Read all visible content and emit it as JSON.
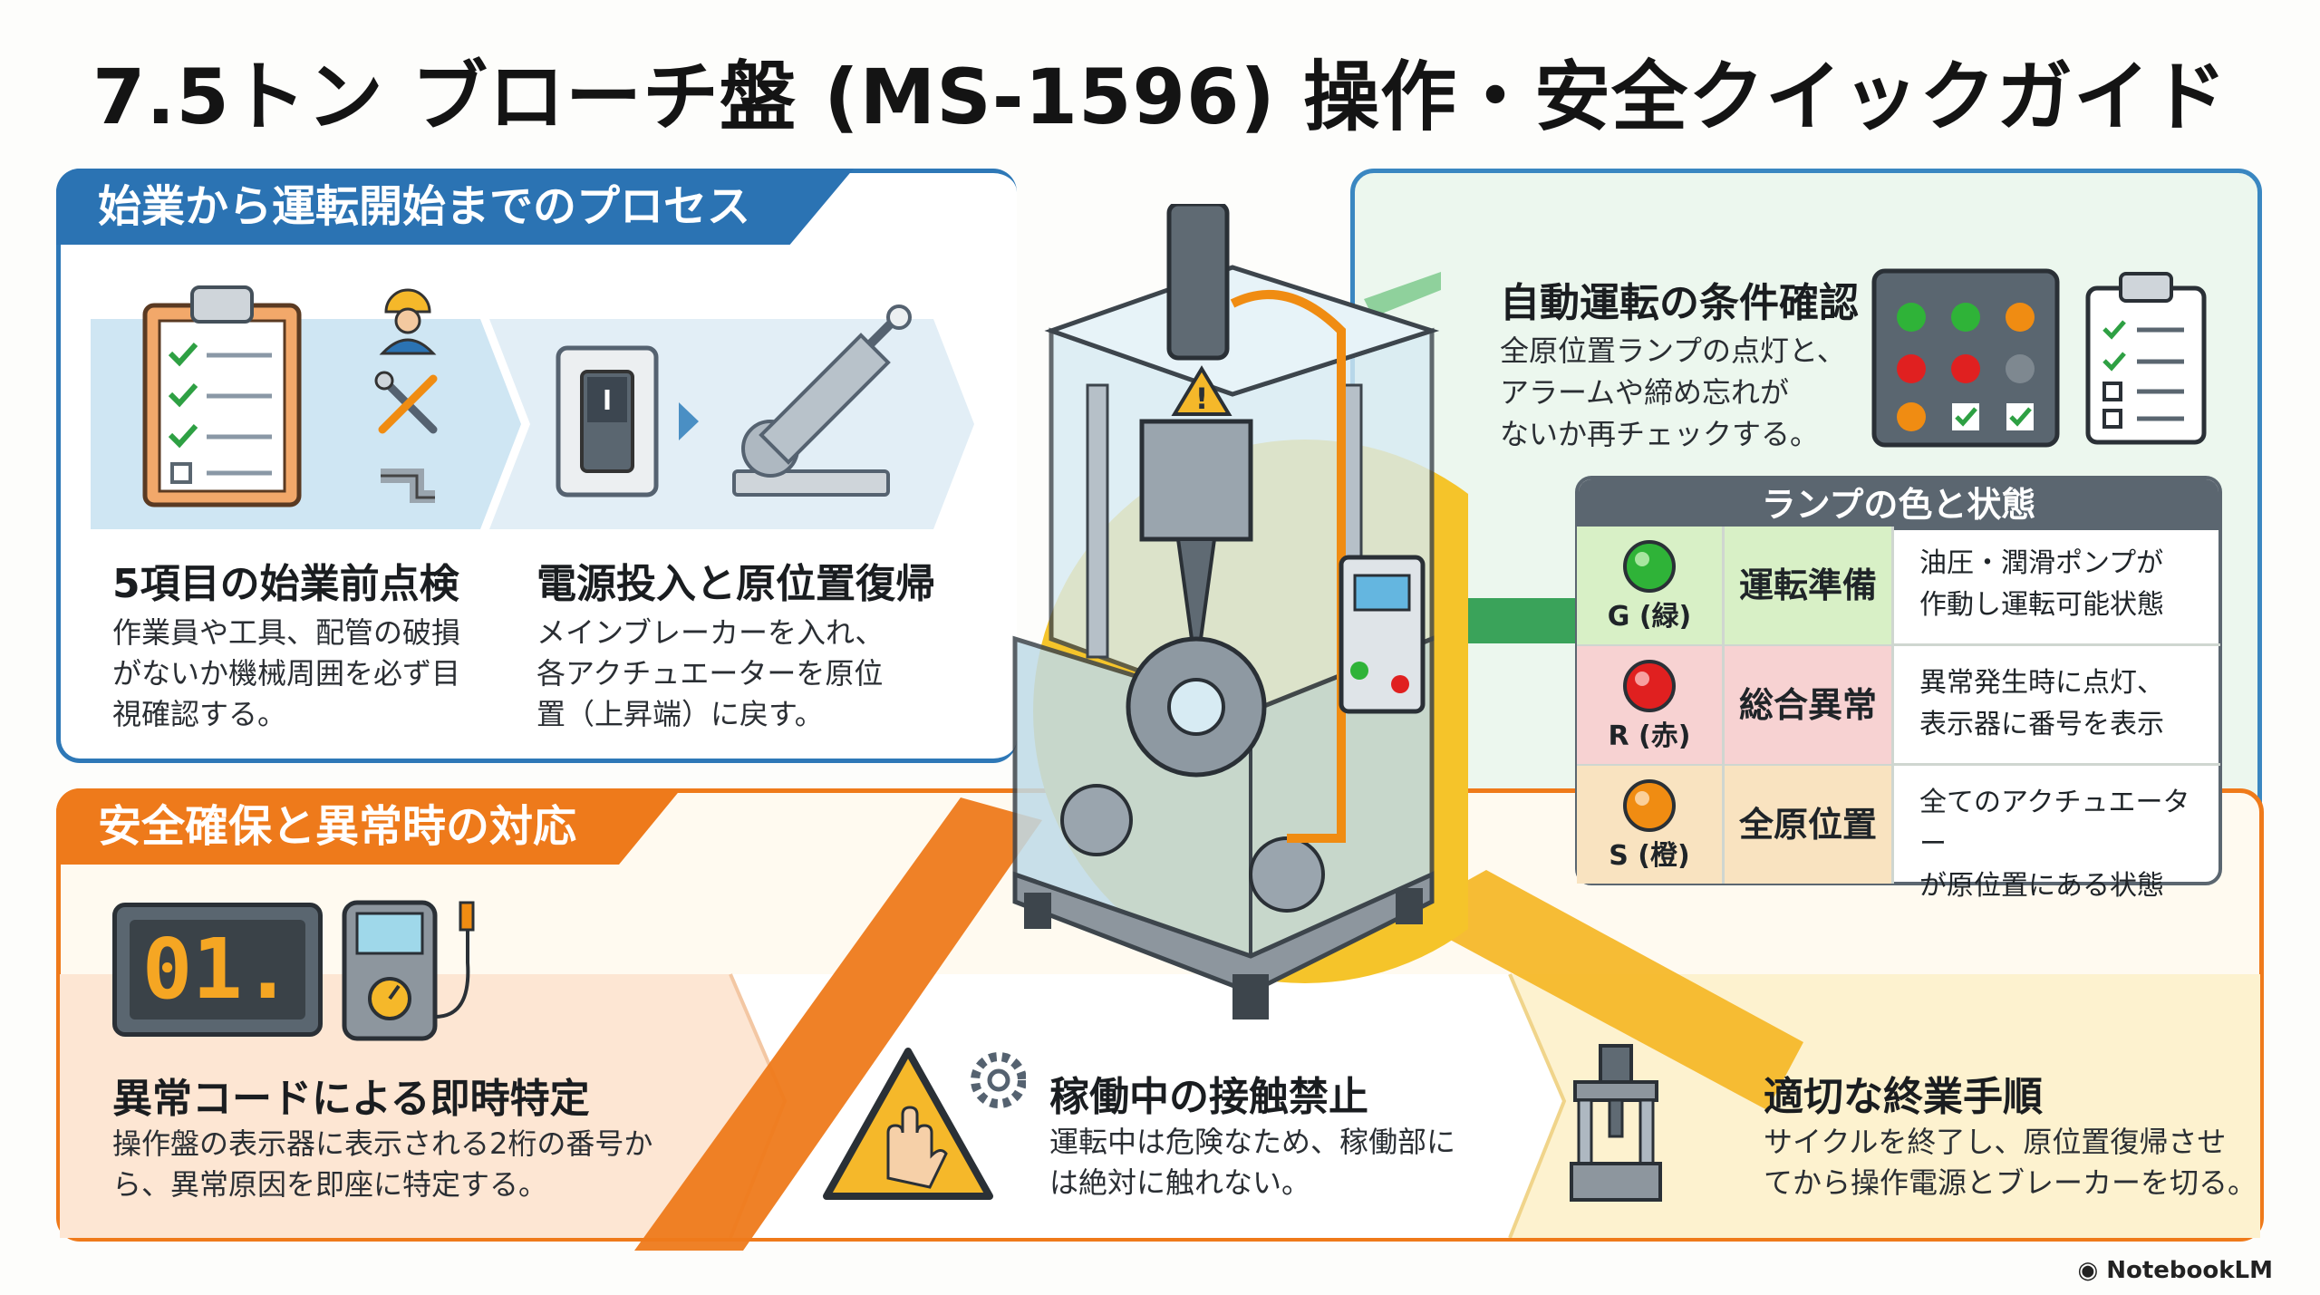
{
  "title": "7.5トン ブローチ盤 (MS-1596) 操作・安全クイックガイド",
  "process": {
    "header": "始業から運転開始までのプロセス",
    "steps": [
      {
        "title": "5項目の始業前点検",
        "lines": [
          "作業員や工具、配管の破損",
          "がないか機械周囲を必ず目",
          "視確認する。"
        ]
      },
      {
        "title": "電源投入と原位置復帰",
        "lines": [
          "メインブレーカーを入れ、",
          "各アクチュエーターを原位",
          "置（上昇端）に戻す。"
        ]
      }
    ]
  },
  "auto": {
    "title": "自動運転の条件確認",
    "lines": [
      "全原位置ランプの点灯と、",
      "アラームや締め忘れが",
      "ないか再チェックする。"
    ],
    "lamp_table": {
      "header": "ランプの色と状態",
      "rows": [
        {
          "code": "G (緑)",
          "state": "運転準備",
          "desc": [
            "油圧・潤滑ポンプが",
            "作動し運転可能状態"
          ],
          "color": "#2fb338",
          "bg": "#d8f0c6"
        },
        {
          "code": "R (赤)",
          "state": "総合異常",
          "desc": [
            "異常発生時に点灯、",
            "表示器に番号を表示"
          ],
          "color": "#e02020",
          "bg": "#f7d2d2"
        },
        {
          "code": "S (橙)",
          "state": "全原位置",
          "desc": [
            "全てのアクチュエーター",
            "が原位置にある状態"
          ],
          "color": "#f08c12",
          "bg": "#f9e3c0"
        }
      ]
    }
  },
  "safety": {
    "header": "安全確保と異常時の対応",
    "display_code": "01.",
    "items": [
      {
        "title": "異常コードによる即時特定",
        "lines": [
          "操作盤の表示器に表示される2桁の番号か",
          "ら、異常原因を即座に特定する。"
        ]
      },
      {
        "title": "稼働中の接触禁止",
        "lines": [
          "運転中は危険なため、稼働部に",
          "は絶対に触れない。"
        ]
      },
      {
        "title": "適切な終業手順",
        "lines": [
          "サイクルを終了し、原位置復帰させ",
          "てから操作電源とブレーカーを切る。"
        ]
      }
    ]
  },
  "branding": "NotebookLM",
  "colors": {
    "blue": "#2b73b3",
    "orange": "#ee7a1b",
    "green": "#3aa35a",
    "yellow": "#f5b82a"
  }
}
